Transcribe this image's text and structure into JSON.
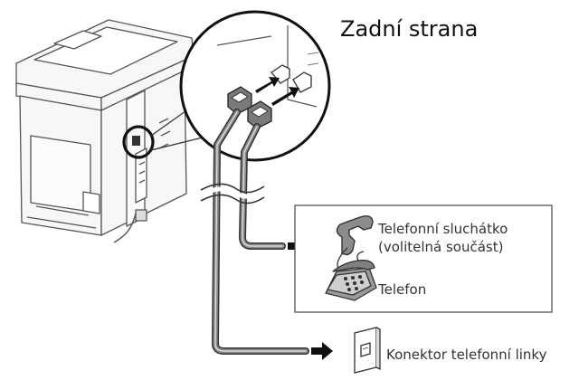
{
  "title": "Zadní strana",
  "labels": {
    "handset_line1": "Telefonní sluchátko",
    "handset_line2": "(volitelná součást)",
    "phone": "Telefon",
    "line_jack": "Konektor telefonní linky"
  },
  "colors": {
    "outline": "#4a4a4a",
    "cable_fill": "#7a7a7a",
    "cable_inner": "#e8e8e8",
    "accent": "#1a1a1a",
    "panel_fill": "#f6f6f6"
  },
  "icons": {
    "printer": "printer-icon",
    "magnify": "magnifier-circle",
    "handset": "handset-icon",
    "telephone": "telephone-icon",
    "wall_jack": "wall-jack-icon",
    "arrow": "arrow-right-icon"
  }
}
